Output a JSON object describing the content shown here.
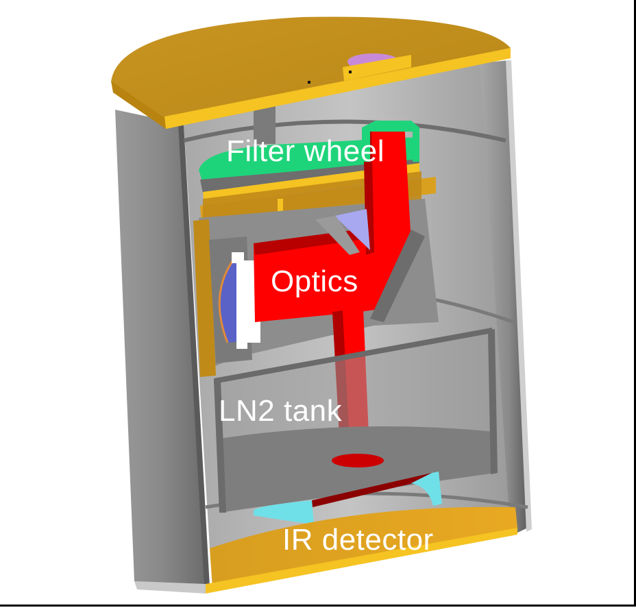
{
  "figure": {
    "subject": "Cutaway 3D render of cryogenic instrument dewar",
    "labels": {
      "filter_wheel": "Filter wheel",
      "optics": "Optics",
      "ln2_tank": "LN2 tank",
      "ir_detector": "IR detector"
    },
    "colors": {
      "shell_gray": "#8c8c8c",
      "shell_dark": "#6e6e6e",
      "shell_light": "#bdbdbd",
      "lid_gold": "#c38d1b",
      "lid_edge_yellow": "#f5c322",
      "filter_green": "#1ed47a",
      "optics_red": "#ff0000",
      "optics_dark_red": "#b00000",
      "lens_blue": "#5a62c8",
      "mirror_lavender": "#a8a8f0",
      "detector_cyan": "#6fe0e8",
      "window_pink": "#c88ad8",
      "label_text": "#ffffff"
    }
  }
}
